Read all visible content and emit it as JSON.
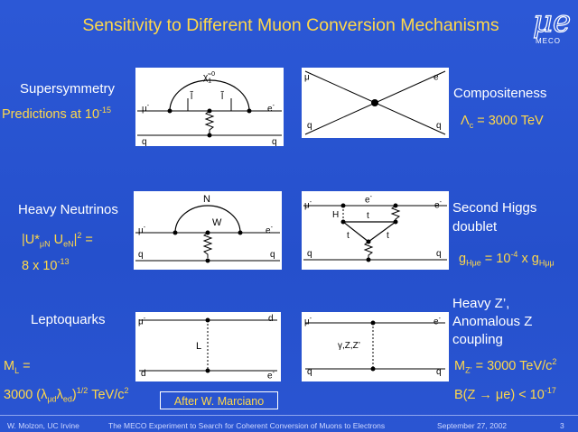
{
  "title": "Sensitivity to Different Muon Conversion Mechanisms",
  "logo": {
    "glyph": "μe",
    "text": "MECO"
  },
  "rows": {
    "susy": {
      "name": "Supersymmetry",
      "pred_prefix": "Predictions at 10",
      "pred_exp": "-15"
    },
    "composite": {
      "name": "Compositeness",
      "lambda_sym": "Λ",
      "lambda_sub": "c",
      "value": " = 3000 TeV"
    },
    "heavy_nu": {
      "name": "Heavy Neutrinos",
      "line1_a": "|U*",
      "line1_sub1": "μN",
      "line1_b": " U",
      "line1_sub2": "eN",
      "line1_c": "|",
      "line1_exp": "2",
      "line1_d": " =",
      "line2_a": "8 x 10",
      "line2_exp": "-13"
    },
    "higgs": {
      "name_line1": "Second Higgs",
      "name_line2": "doublet",
      "g": "g",
      "sub1": "Hμe",
      "mid": " = 10",
      "exp": "-4",
      "x": " x g",
      "sub2": "Hμμ"
    },
    "lepto": {
      "name": "Leptoquarks",
      "ml": "M",
      "ml_sub": "L",
      "ml_eq": " =",
      "formula_a": "3000 (λ",
      "formula_sub1": "μd",
      "formula_b": "λ",
      "formula_sub2": "ed",
      "formula_c": ")",
      "formula_exp": "1/2",
      "formula_d": " TeV/c",
      "formula_exp2": "2"
    },
    "zprime": {
      "name_line1": "Heavy Z’,",
      "name_line2": "Anomalous Z",
      "name_line3": "coupling",
      "mz": "M",
      "mz_sub": "Z’",
      "mz_val": " = 3000 TeV/c",
      "mz_exp": "2",
      "br": "B(Z → μe) < 10",
      "br_exp": "-17"
    }
  },
  "after_note": "After W. Marciano",
  "diagrams": {
    "susy": {
      "mu": "μ",
      "mu_sup": "-",
      "e": "e",
      "e_sup": "-",
      "q1": "q",
      "q2": "q",
      "chi": "χ̃",
      "chi_sub": "1",
      "chi_sup": "0",
      "sl1": "l̃",
      "sl2": "l̃"
    },
    "composite": {
      "mu": "μ",
      "mu_sup": "-",
      "e": "e",
      "e_sup": "-",
      "q1": "q",
      "q2": "q"
    },
    "heavy_nu": {
      "N": "N",
      "W": "W",
      "mu": "μ",
      "mu_sup": "-",
      "e": "e",
      "e_sup": "-",
      "q1": "q",
      "q2": "q"
    },
    "higgs": {
      "mu": "μ",
      "mu_sup": "-",
      "e": "e",
      "e_sup": "-",
      "e_top": "e",
      "e_top_sup": "-",
      "H": "H",
      "t1": "t",
      "t2": "t",
      "t3": "t",
      "q1": "q",
      "q2": "q"
    },
    "lepto": {
      "mu": "μ",
      "mu_sup": "-",
      "d1": "d",
      "d2": "d",
      "e": "e",
      "e_sup": "-",
      "L": "L"
    },
    "zprime": {
      "mu": "μ",
      "mu_sup": "-",
      "e": "e",
      "e_sup": "-",
      "gz": "γ,Z,Z’",
      "q1": "q",
      "q2": "q"
    }
  },
  "footer": {
    "author": "W. Molzon, UC Irvine",
    "experiment": "The MECO Experiment to Search for Coherent Conversion of Muons to Electrons",
    "date": "September 27, 2002",
    "page": "3"
  },
  "colors": {
    "background": "#2a54d0",
    "title": "#ffd84a",
    "text": "#ffffff",
    "accent": "#ffd84a"
  }
}
